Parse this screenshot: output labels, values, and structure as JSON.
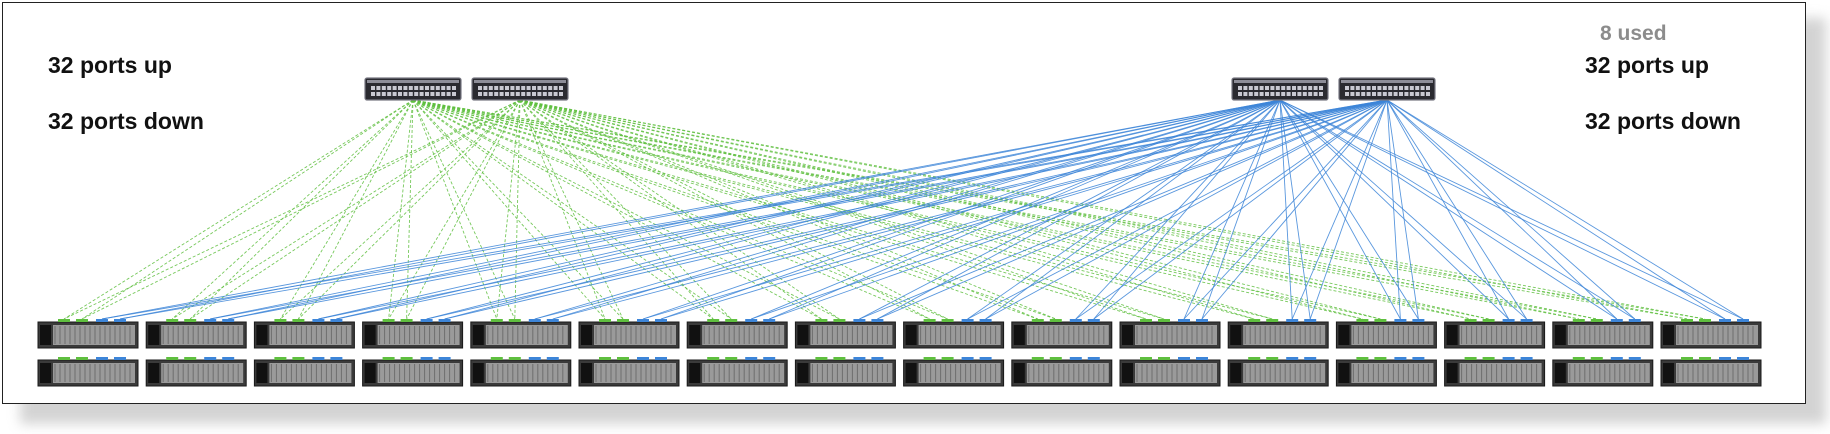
{
  "labels": {
    "left_up": "32 ports up",
    "left_down": "32 ports down",
    "right_used": "8 used",
    "right_up": "32 ports up",
    "right_down": "32 ports down"
  },
  "colors": {
    "left_links": "#5fbf3f",
    "right_links": "#3d85d8",
    "switch_body": "#2a2a30",
    "server_body": "#3a3a3a"
  },
  "topology": {
    "left_switch_count": 2,
    "right_switch_count": 2,
    "server_rows": 2,
    "servers_per_row": 16,
    "link_style_left": "dashed",
    "link_style_right": "solid"
  }
}
